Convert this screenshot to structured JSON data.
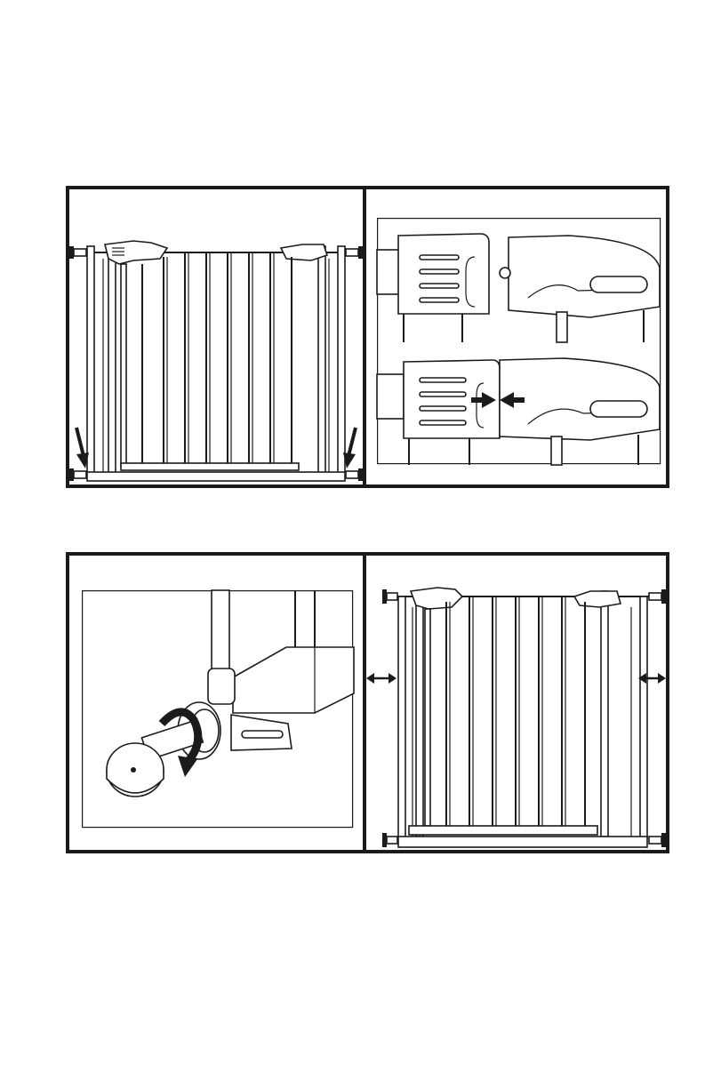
{
  "figures": [
    {
      "id": "figure-1",
      "steps": [
        "gate-front-arrows",
        "latch-closeup"
      ]
    },
    {
      "id": "figure-2",
      "steps": [
        "spindle-rotate-closeup",
        "gate-front-adjust"
      ]
    }
  ],
  "icons": {
    "down_arrow": "diagonal-down-arrow-icon",
    "push_arrows": "push-together-arrows-icon",
    "rotate_arrow": "curved-rotate-arrow-icon",
    "double_arrow": "double-headed-arrow-icon"
  },
  "colors": {
    "ink": "#1b1b1b",
    "paper": "#ffffff"
  }
}
